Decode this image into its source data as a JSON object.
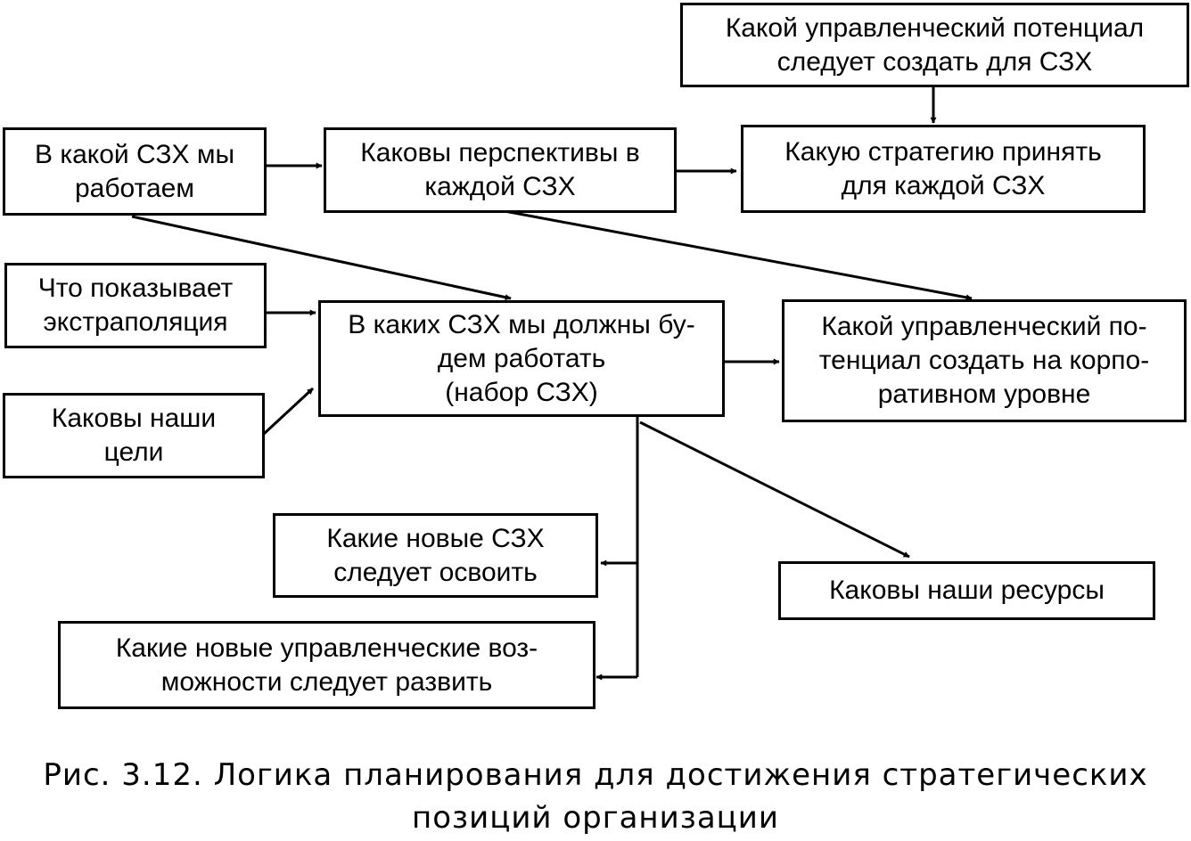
{
  "boxes": {
    "potential_szh": {
      "lines": [
        "Какой управленческий потенциал",
        "следует создать для СЗХ"
      ]
    },
    "current_szh": {
      "lines": [
        "В какой СЗХ мы",
        "работаем"
      ]
    },
    "prospects": {
      "lines": [
        "Каковы перспективы в",
        "каждой СЗХ"
      ]
    },
    "strategy": {
      "lines": [
        "Какую стратегию принять",
        "для каждой СЗХ"
      ]
    },
    "extrapolation": {
      "lines": [
        "Что показывает",
        "экстраполяция"
      ]
    },
    "goals": {
      "lines": [
        "Каковы наши",
        "цели"
      ]
    },
    "future_szh": {
      "lines": [
        "В каких СЗХ мы должны бу-",
        "дем работать",
        "(набор СЗХ)"
      ]
    },
    "corporate_potential": {
      "lines": [
        "Какой управленческий по-",
        "тенциал создать на корпо-",
        "ративном уровне"
      ]
    },
    "new_szh": {
      "lines": [
        "Какие новые СЗХ",
        "следует освоить"
      ]
    },
    "resources": {
      "lines": [
        "Каковы наши ресурсы"
      ]
    },
    "new_capabilities": {
      "lines": [
        "Какие новые управленческие воз-",
        "можности следует развить"
      ]
    }
  },
  "caption": {
    "line1": "Рис. 3.12. Логика планирования для достижения стратегических",
    "line2": "позиций организации"
  }
}
